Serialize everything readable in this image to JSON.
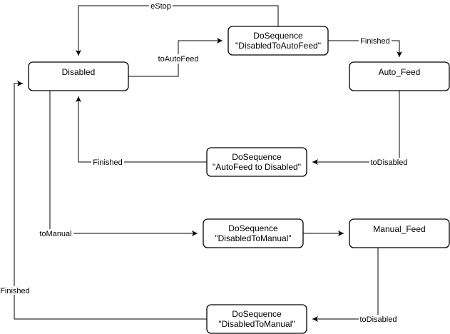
{
  "diagram": {
    "states": {
      "disabled": [
        "Disabled"
      ],
      "seq_disabled_to_autofeed": [
        "DoSequence",
        "\"DisabledToAutoFeed\""
      ],
      "auto_feed": [
        "Auto_Feed"
      ],
      "seq_autofeed_to_disabled": [
        "DoSequence",
        "\"AutoFeed to Disabled\""
      ],
      "seq_disabled_to_manual": [
        "DoSequence",
        "\"DisabledToManual\""
      ],
      "manual_feed": [
        "Manual_Feed"
      ],
      "seq_manual_to_disabled": [
        "DoSequence",
        "\"DisabledToManual\""
      ]
    },
    "transitions": {
      "estop": "eStop",
      "to_autofeed": "toAutoFeed",
      "finished_autofeed": "Finished",
      "to_disabled_from_autofeed": "toDisabled",
      "finished_to_disabled_1": "Finished",
      "to_manual": "toManual",
      "to_disabled_from_manual": "toDisabled",
      "finished_to_disabled_2": "Finished"
    }
  }
}
